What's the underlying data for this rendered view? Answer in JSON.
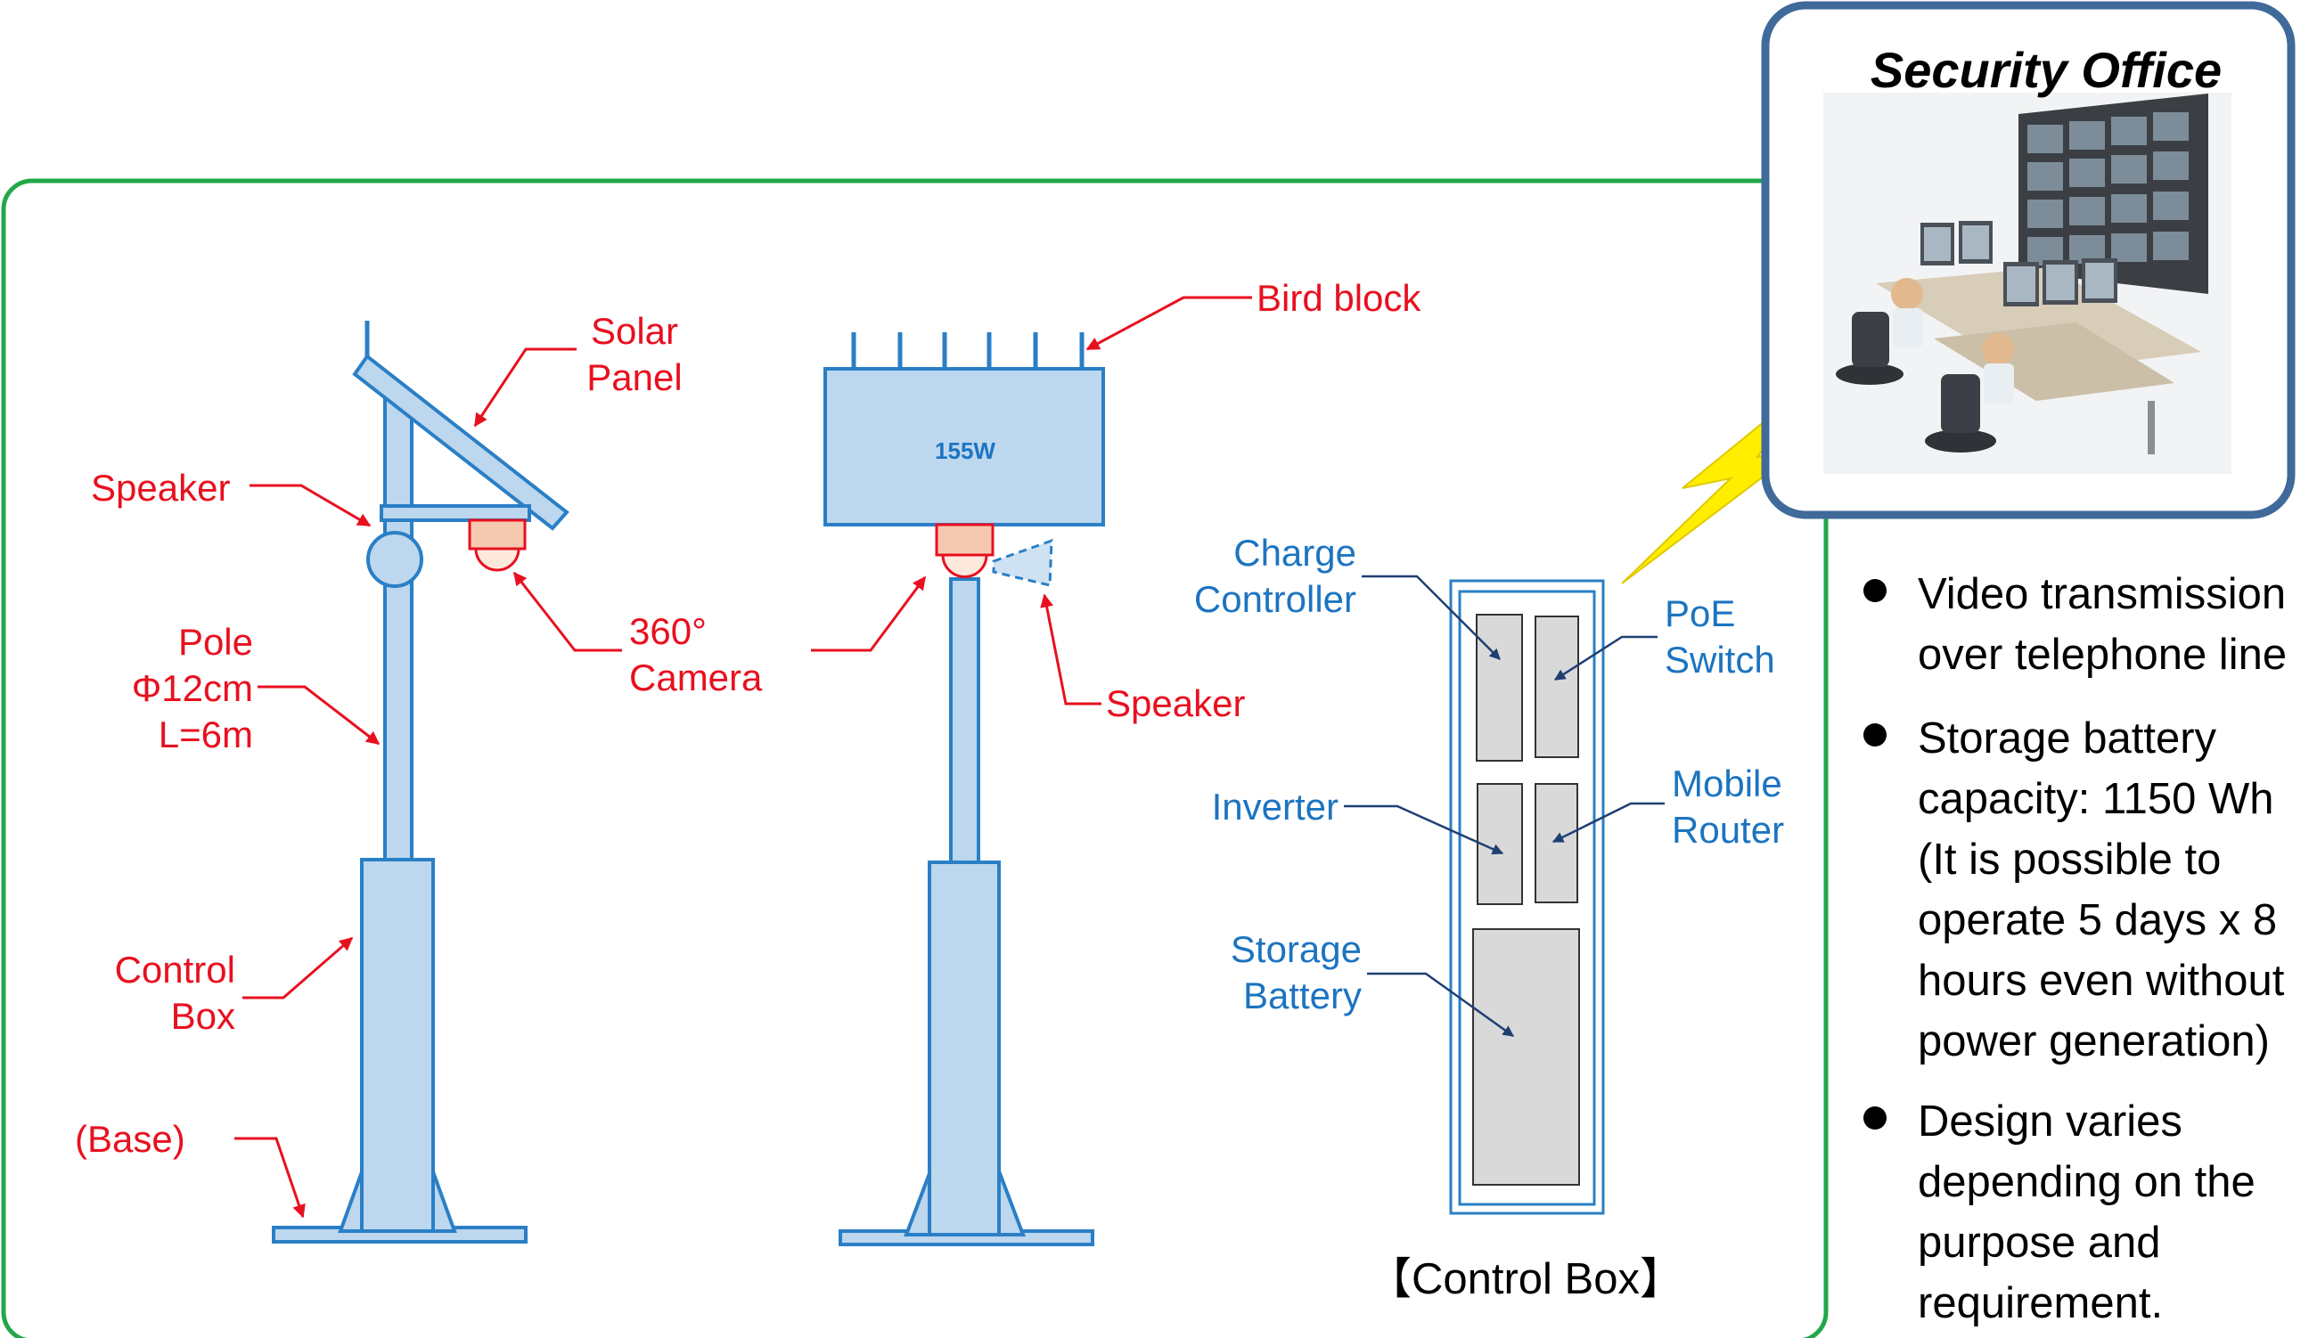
{
  "security_office": {
    "title": "Security Office"
  },
  "left_pole": {
    "solar_panel": "Solar\nPanel",
    "speaker": "Speaker",
    "pole": "Pole\nΦ12cm\nL=6m",
    "camera": "360°\nCamera",
    "control_box": "Control\nBox",
    "base": "(Base)"
  },
  "right_pole": {
    "bird_block": "Bird block",
    "panel_wattage": "155W",
    "speaker": "Speaker"
  },
  "control_box": {
    "charge_controller": "Charge\nController",
    "poe_switch": "PoE\nSwitch",
    "inverter": "Inverter",
    "mobile_router": "Mobile\nRouter",
    "storage_battery": "Storage\nBattery",
    "caption": "【Control Box】"
  },
  "notes": [
    "Video transmission\nover telephone line",
    "Storage battery\ncapacity: 1150 Wh\n(It is possible to\noperate 5 days x 8\nhours even without\npower generation)",
    "Design varies\ndepending on the\npurpose and\nrequirement."
  ],
  "colors": {
    "frame_green": "#22a84a",
    "office_border": "#3f6a9a",
    "label_red": "#e8101f",
    "label_blue": "#1c74c0",
    "part_fill": "#bcd7ee",
    "part_stroke": "#2a7fc6",
    "module_fill": "#d9d9d9",
    "lightning": "#ffee00"
  }
}
